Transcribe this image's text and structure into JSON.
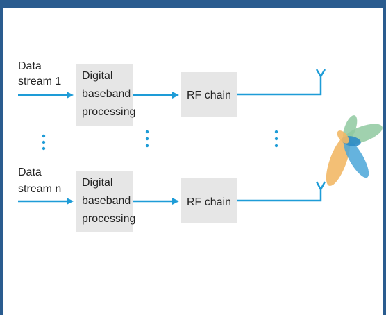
{
  "diagram": {
    "rows": [
      {
        "input_label": [
          "Data",
          "stream 1"
        ],
        "processing_label": [
          "Digital",
          "baseband",
          "processing"
        ],
        "rf_label": "RF chain"
      },
      {
        "input_label": [
          "Data",
          "stream n"
        ],
        "processing_label": [
          "Digital",
          "baseband",
          "processing"
        ],
        "rf_label": "RF chain"
      }
    ],
    "colors": {
      "frame": "#2a5c8f",
      "wire": "#1e9cd7",
      "box": "#e6e6e6",
      "beam_green": "#8fc9a0",
      "beam_blue": "#4aa6d8",
      "beam_orange": "#f2b866"
    },
    "icons": [
      "antenna-icon",
      "beam-pattern-icon",
      "ellipsis-vertical-icon"
    ]
  }
}
